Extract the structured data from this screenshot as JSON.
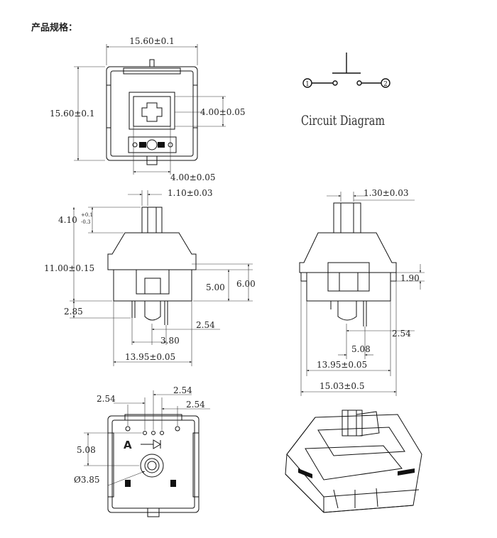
{
  "heading": "产品规格：",
  "circuit": {
    "title": "Circuit Diagram",
    "pin1": "1",
    "pin2": "2"
  },
  "top_view": {
    "width": "15.60±0.1",
    "height": "15.60±0.1",
    "stem_box": "4.00±0.05",
    "stem_box_bottom": "4.00±0.05"
  },
  "front_view": {
    "stem_width": "1.10±0.03",
    "stem_height_main": "4.10",
    "stem_height_tol_plus": "+0.1",
    "stem_height_tol_minus": "-0.3",
    "total_height": "11.00±0.15",
    "pin_height": "2.85",
    "pin_offset": "2.54",
    "pin_spacing": "3.80",
    "body_width": "13.95±0.05",
    "dim_5_00": "5.00",
    "dim_6_00": "6.00"
  },
  "side_view": {
    "stem_width": "1.30±0.03",
    "dim_1_90": "1.90",
    "pin_offset": "2.54",
    "pin_spacing": "5.08",
    "body_width": "13.95±0.05",
    "total_width": "15.03±0.5"
  },
  "bottom_view": {
    "dim_a": "2.54",
    "dim_b": "2.54",
    "dim_c": "2.54",
    "dim_5_08": "5.08",
    "hole_diameter": "Ø3.85",
    "label_a": "A"
  }
}
